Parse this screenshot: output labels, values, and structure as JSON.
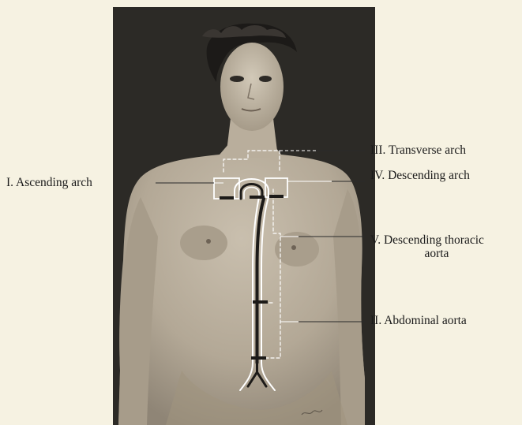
{
  "labels": {
    "ascending_arch": "I. Ascending arch",
    "transverse_arch": "III. Transverse arch",
    "descending_arch": "IV. Descending arch",
    "descending_thoracic_line1": "V.  Descending thoracic",
    "descending_thoracic_line2": "aorta",
    "abdominal_aorta": "II. Abdominal aorta"
  },
  "colors": {
    "page_background": "#f6f2e2",
    "photo_background": "#2c2a26",
    "skin_tone": "#b6ab9a",
    "hair": "#1c1a18",
    "aorta_outline": "#ffffff",
    "label_text": "#1b1b1b"
  }
}
